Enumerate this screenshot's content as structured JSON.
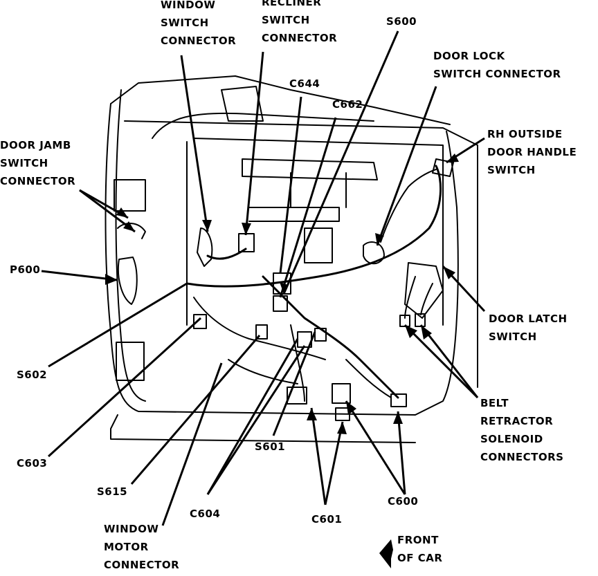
{
  "callouts": {
    "window_switch": [
      "WINDOW",
      "SWITCH",
      "CONNECTOR"
    ],
    "recliner_switch": [
      "RECLINER",
      "SWITCH",
      "CONNECTOR"
    ],
    "s600": "S600",
    "c644": "C644",
    "c662": "C662",
    "door_lock_switch": [
      "DOOR LOCK",
      "SWITCH CONNECTOR"
    ],
    "door_jamb_switch": [
      "DOOR JAMB",
      "SWITCH",
      "CONNECTOR"
    ],
    "rh_outside_handle": [
      "RH OUTSIDE",
      "DOOR HANDLE",
      "SWITCH"
    ],
    "p600": "P600",
    "door_latch_switch": [
      "DOOR LATCH",
      "SWITCH"
    ],
    "s602": "S602",
    "belt_retractor": [
      "BELT",
      "RETRACTOR",
      "SOLENOID",
      "CONNECTORS"
    ],
    "c603": "C603",
    "s601": "S601",
    "s615": "S615",
    "c604": "C604",
    "c600": "C600",
    "c601": "C601",
    "window_motor": [
      "WINDOW",
      "MOTOR",
      "CONNECTOR"
    ],
    "front_of_car": [
      "FRONT",
      "OF CAR"
    ]
  },
  "colors": {
    "ink": "#000000",
    "paper": "#ffffff"
  }
}
